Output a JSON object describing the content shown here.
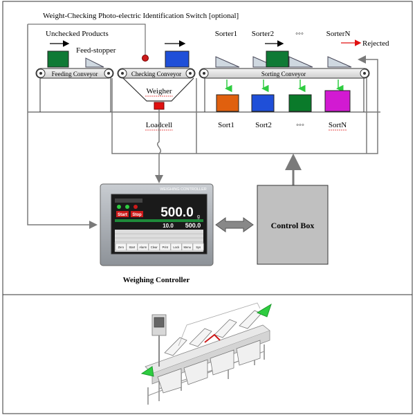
{
  "labels": {
    "photo_switch": "Weight-Checking Photo-electric Identification Switch [optional]",
    "unchecked_products": "Unchecked Products",
    "feed_stopper": "Feed-stopper",
    "feeding_conveyor": "Feeding Conveyor",
    "checking_conveyor": "Checking Conveyor",
    "sorting_conveyor": "Sorting Conveyor",
    "weigher": "Weigher",
    "loadcell": "Loadcell",
    "rejected": "Rejected",
    "control_box": "Control Box",
    "weighing_controller": "Weighing Controller"
  },
  "sorters": [
    "Sorter1",
    "Sorter2",
    "◦◦◦",
    "SorterN"
  ],
  "sorts": [
    "Sort1",
    "Sort2",
    "◦◦◦",
    "SortN"
  ],
  "sort_colors": [
    "#e0600e",
    "#1f4fd8",
    "#0a7a2a",
    "#d21ad2"
  ],
  "product_colors": {
    "unchecked": "#0f7a35",
    "checking": "#1f4fd8",
    "sorter2": "#0f7a35"
  },
  "controller": {
    "header": "WEIGHING CONTROLLER",
    "main_reading": "500.0",
    "unit": "g",
    "small_value_1": "10.0",
    "small_value_2": "500.0",
    "start_label": "Start",
    "stop_label": "Stop",
    "buttons": [
      "Zero",
      "Start",
      "Alarm",
      "Clear",
      "Print",
      "Lock",
      "Menu",
      "Sys"
    ]
  },
  "colors": {
    "line": "#555555",
    "arrow_green": "#2ecc40",
    "arrow_red": "#e01010",
    "indicator_red": "#cc1a1a"
  }
}
